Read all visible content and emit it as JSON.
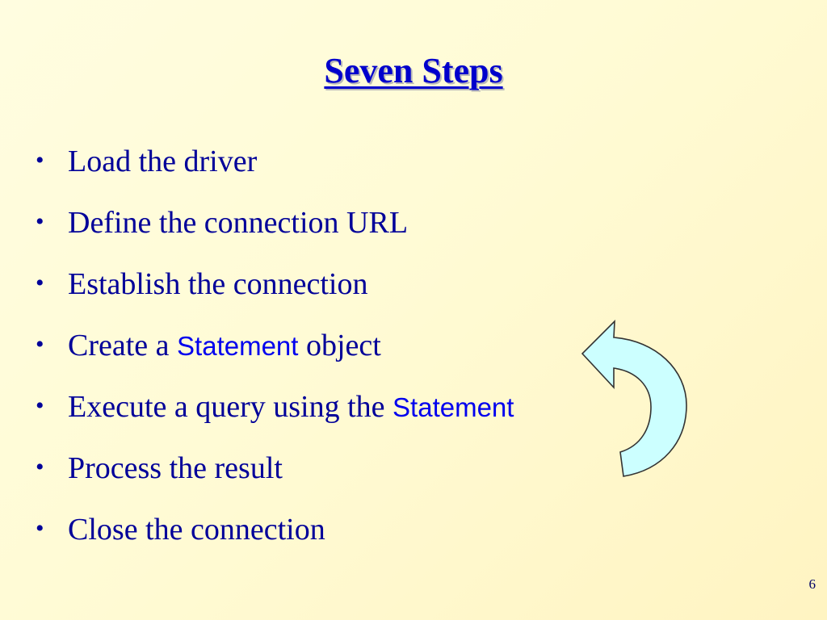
{
  "slide": {
    "title": "Seven Steps",
    "page_number": "6",
    "bullets": [
      {
        "text": "Load the driver"
      },
      {
        "text": "Define the connection URL"
      },
      {
        "text": "Establish the connection"
      },
      {
        "pre": "Create a ",
        "code": "Statement",
        "post": " object"
      },
      {
        "pre": "Execute a query using the ",
        "code": "Statement"
      },
      {
        "text": "Process the result"
      },
      {
        "text": "Close the connection"
      }
    ]
  },
  "colors": {
    "text": "#000099",
    "code": "#0000ee",
    "title": "#0000cc",
    "arrow_fill": "#ccffff",
    "arrow_stroke": "#333333"
  },
  "icons": {
    "loop_arrow": "curved-return-arrow-icon"
  }
}
